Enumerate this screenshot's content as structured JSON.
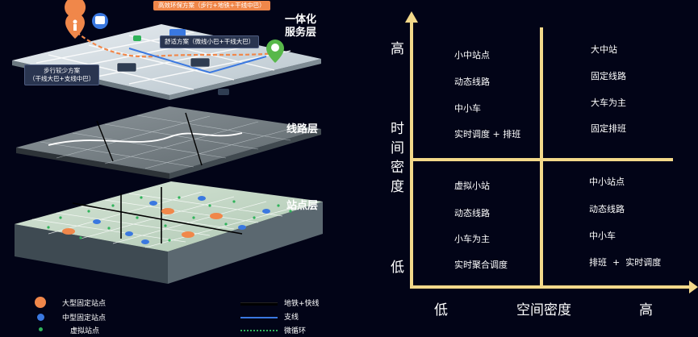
{
  "left": {
    "layers": {
      "top": "一体化服务层",
      "top_line1": "一体化",
      "top_line2": "服务层",
      "middle": "线路层",
      "bottom": "站点层"
    },
    "callouts": {
      "eco": "高效环保方案（步行+地铁+干线中巴）",
      "comfort": "舒适方案（微线小巴+干线大巴）",
      "less_walk_line1": "步行较少方案",
      "less_walk_line2": "（干线大巴+支线中巴）"
    },
    "legend": {
      "stops": [
        {
          "label": "大型固定站点",
          "color": "#f0874a"
        },
        {
          "label": "中型固定站点",
          "color": "#3a78e0"
        },
        {
          "label": "虚拟站点",
          "color": "#2fb35a"
        }
      ],
      "lines": [
        {
          "label": "地铁+快线",
          "color": "#000000"
        },
        {
          "label": "支线",
          "color": "#3a78e0"
        },
        {
          "label": "微循环",
          "color": "#2fb35a"
        }
      ]
    }
  },
  "right": {
    "y_axis": {
      "high": "高",
      "title": "时间密度",
      "title_chars": [
        "时",
        "间",
        "密",
        "度"
      ],
      "low": "低"
    },
    "x_axis": {
      "low": "低",
      "title": "空间密度",
      "high": "高"
    },
    "axis_color": "#f3d98a",
    "quadrants": {
      "top_left": [
        "小中站点",
        "动态线路",
        "中小车",
        "实时调度 + 排班"
      ],
      "top_right": [
        "大中站",
        "固定线路",
        "大车为主",
        "固定排班"
      ],
      "bottom_left": [
        "虚拟小站",
        "动态线路",
        "小车为主",
        "实时聚合调度"
      ],
      "bottom_right": [
        "中小站点",
        "动态线路",
        "中小车",
        "排班  +  实时调度"
      ]
    }
  }
}
